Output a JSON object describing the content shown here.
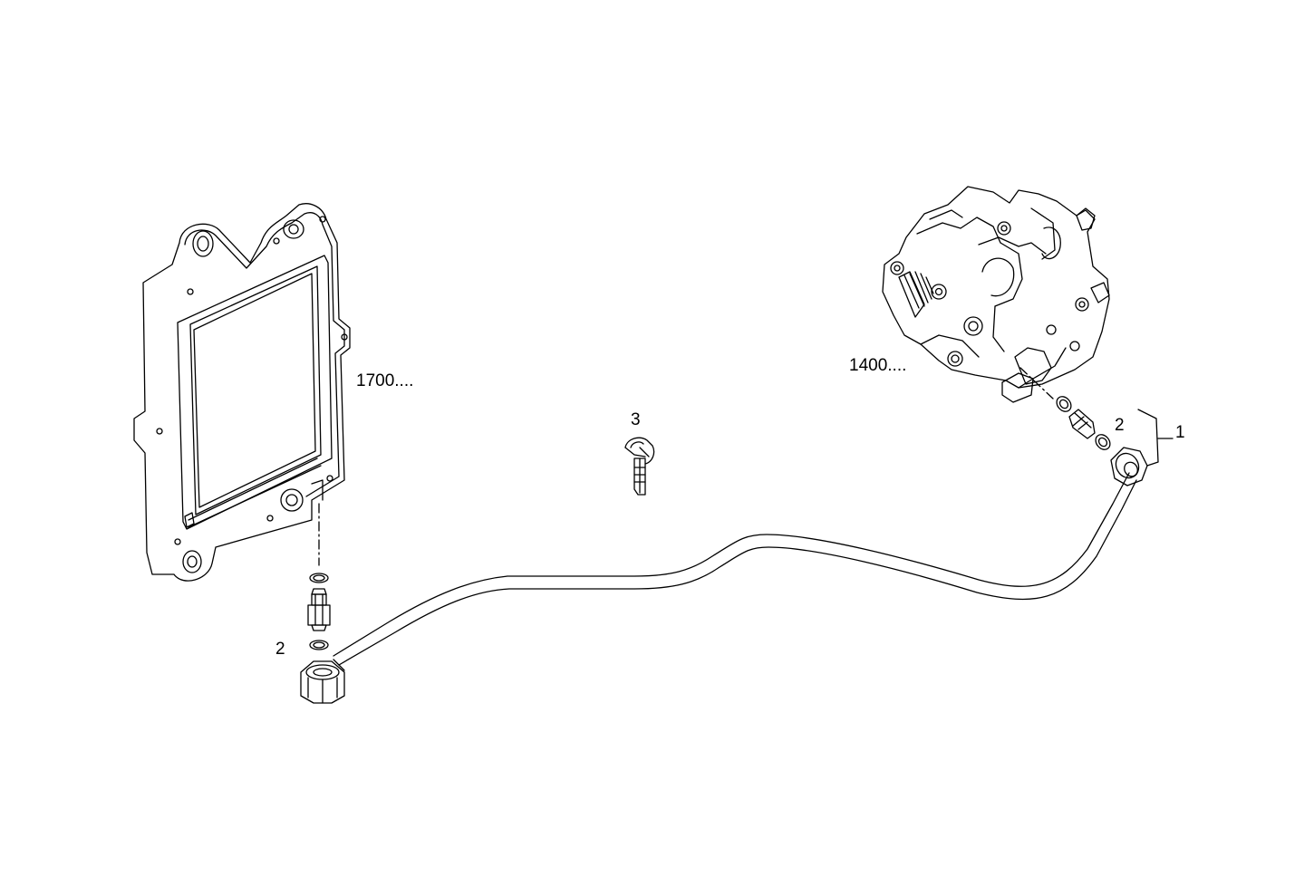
{
  "callouts": {
    "ecu_ref": "1700....",
    "pump_ref": "1400....",
    "clip": "3",
    "seal_kit_right": "2",
    "pipe_assembly": "1",
    "seal_kit_left": "2"
  },
  "colors": {
    "line": "#000000",
    "background": "#ffffff"
  }
}
